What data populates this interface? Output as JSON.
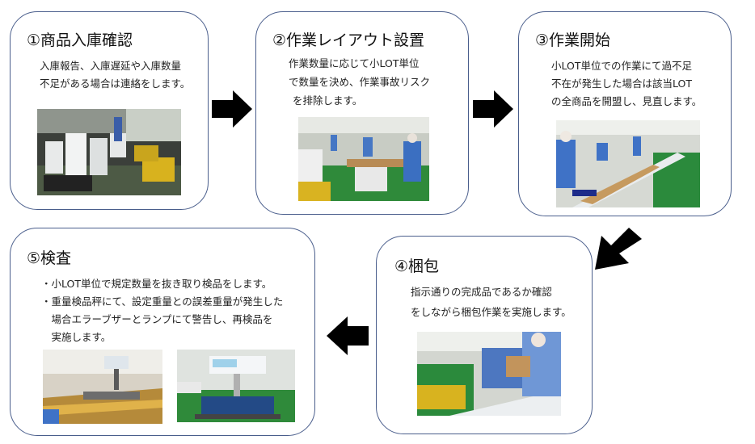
{
  "steps": [
    {
      "title": "①商品入庫確認",
      "lines": [
        "入庫報告、入庫遅延や入庫数量",
        "不足がある場合は連絡をします。"
      ]
    },
    {
      "title": "②作業レイアウト設置",
      "lines": [
        "作業数量に応じて小LOT単位",
        "で数量を決め、作業事故リスク",
        "を排除します。"
      ]
    },
    {
      "title": "③作業開始",
      "lines": [
        "小LOT単位での作業にて過不足",
        "不在が発生した場合は該当LOT",
        "の全商品を開盟し、見直します。"
      ]
    },
    {
      "title": "④梱包",
      "lines": [
        "指示通りの完成品であるか確認",
        "をしながら梱包作業を実施します。"
      ]
    },
    {
      "title": "⑤検査",
      "bullets": [
        [
          "・小LOT単位で規定数量を抜き取り検品をします。"
        ],
        [
          "・重量検品秤にて、設定重量との誤差重量が発生した",
          "　場合エラーブザーとランプにて警告し、再検品を",
          "　実施します。"
        ]
      ]
    }
  ],
  "colors": {
    "border": "#4a5e8c",
    "arrow": "#000000"
  }
}
